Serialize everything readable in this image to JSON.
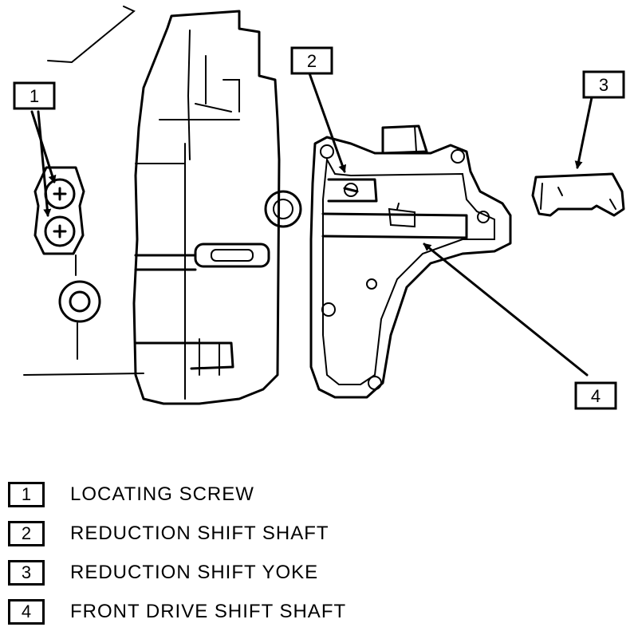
{
  "callouts": [
    {
      "number": "1"
    },
    {
      "number": "2"
    },
    {
      "number": "3"
    },
    {
      "number": "4"
    }
  ],
  "legend": [
    {
      "number": "1",
      "label": "LOCATING SCREW"
    },
    {
      "number": "2",
      "label": "REDUCTION SHIFT SHAFT"
    },
    {
      "number": "3",
      "label": "REDUCTION SHIFT YOKE"
    },
    {
      "number": "4",
      "label": "FRONT DRIVE SHIFT SHAFT"
    }
  ]
}
